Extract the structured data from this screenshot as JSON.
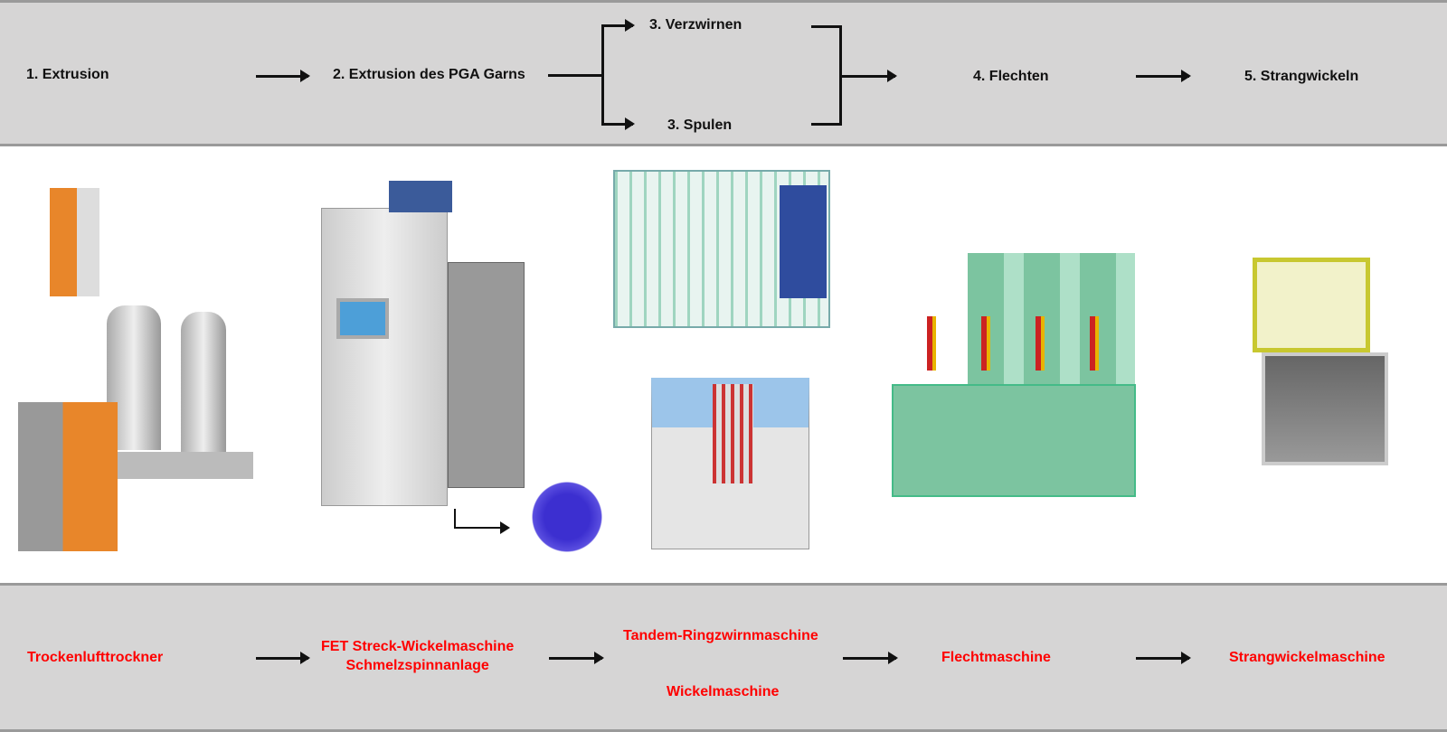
{
  "steps": {
    "s1": "1. Extrusion",
    "s2": "2. Extrusion des PGA Garns",
    "s3a": "3. Verzwirnen",
    "s3b": "3. Spulen",
    "s4": "4. Flechten",
    "s5": "5. Strangwickeln"
  },
  "machines": {
    "m1": "Trockenlufttrockner",
    "m2a": "FET Streck-Wickelmaschine",
    "m2b": "Schmelzspinnanlage",
    "m3a": "Tandem-Ringzwirnmaschine",
    "m3b": "Wickelmaschine",
    "m4": "Flechtmaschine",
    "m5": "Strangwickelmaschine"
  },
  "colors": {
    "band": "#d6d5d5",
    "label_red": "#ff0000",
    "dryer_orange": "#e8862a",
    "braider_green": "#7cc4a0"
  }
}
